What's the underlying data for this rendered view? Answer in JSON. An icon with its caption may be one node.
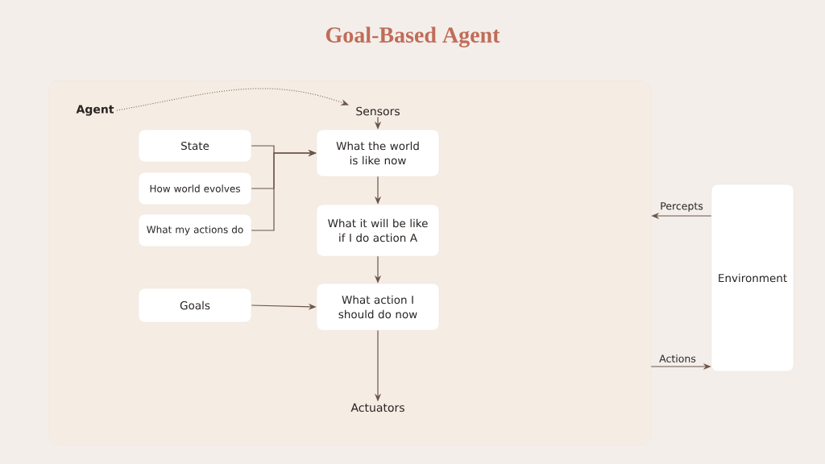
{
  "diagram": {
    "title": "Goal-Based Agent",
    "nodes": [
      {
        "text": [],
        "shape": "box"
      },
      {
        "text": [
          "Agent"
        ],
        "in": 0
      },
      {
        "text": [
          "Sensors"
        ],
        "in": 0
      },
      {
        "text": [
          "State"
        ],
        "in": 0
      },
      {
        "text": [
          "How world evolves"
        ],
        "in": 0
      },
      {
        "text": [
          "What my actions do"
        ],
        "in": 0
      },
      {
        "text": [
          "What the world is like now"
        ],
        "in": 0
      },
      {
        "text": [
          "What it will be like if I do action A"
        ],
        "in": 0
      },
      {
        "text": [
          "Goals"
        ],
        "in": 0
      },
      {
        "text": [
          "What action I should do now"
        ],
        "in": 0
      },
      {
        "text": [
          "Actuators"
        ],
        "in": 0
      },
      {
        "text": [
          "Environment"
        ]
      }
    ],
    "edges": [
      {
        "from": 1,
        "to": 2,
        "arrow": "to",
        "style": "dashed"
      },
      {
        "from": 2,
        "to": 6,
        "arrow": "to"
      },
      {
        "from": 3,
        "to": 6,
        "arrow": "to"
      },
      {
        "from": 4,
        "to": 6,
        "arrow": "to"
      },
      {
        "from": 5,
        "to": 6,
        "arrow": "to"
      },
      {
        "from": 6,
        "to": 7,
        "arrow": "to"
      },
      {
        "from": 7,
        "to": 9,
        "arrow": "to"
      },
      {
        "from": 8,
        "to": 9,
        "arrow": "to"
      },
      {
        "from": 9,
        "to": 10,
        "arrow": "to"
      },
      {
        "from": 11,
        "to": 0,
        "arrow": "to",
        "label": "Percepts"
      },
      {
        "from": 0,
        "to": 11,
        "arrow": "to",
        "label": "Actions"
      }
    ]
  }
}
